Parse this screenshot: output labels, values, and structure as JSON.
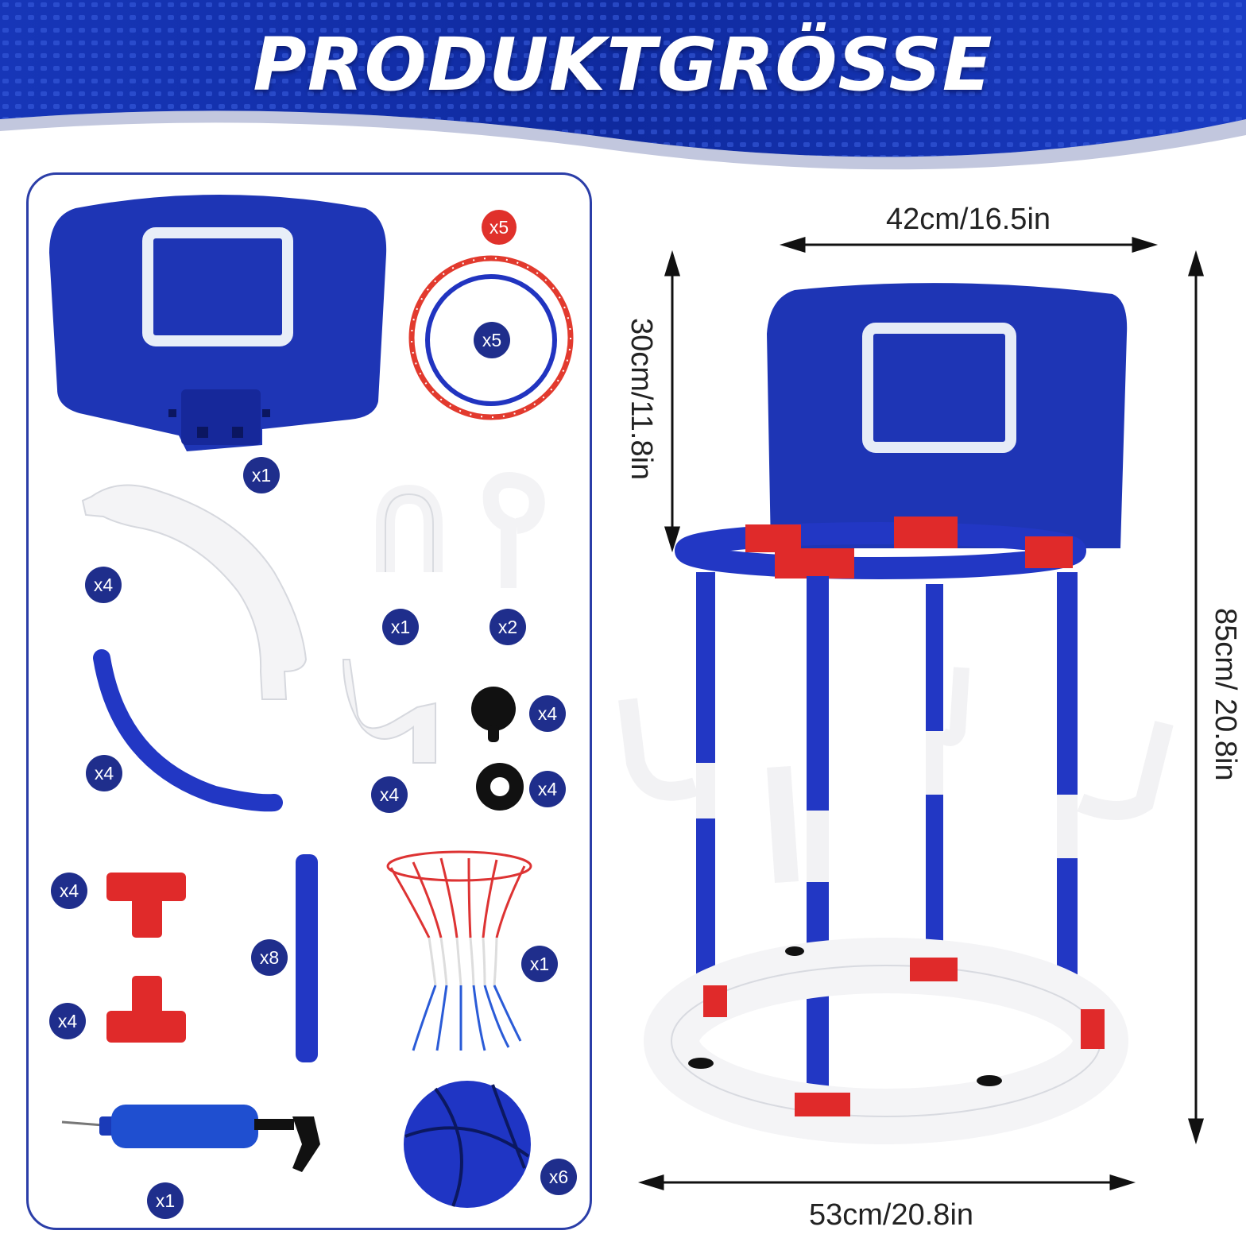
{
  "header": {
    "title": "PRODUKTGRÖSSE"
  },
  "colors": {
    "banner_blue": "#0f2a9e",
    "panel_border": "#2b3ea8",
    "badge_blue": "#1f2e8c",
    "badge_red": "#e0312b",
    "part_blue": "#1d2fb0",
    "part_red": "#e02a2a"
  },
  "parts": [
    {
      "name": "backboard",
      "qty": "x1"
    },
    {
      "name": "ring-red",
      "qty": "x5"
    },
    {
      "name": "ring-blue",
      "qty": "x5"
    },
    {
      "name": "curved-white-base",
      "qty": "x4"
    },
    {
      "name": "u-hook",
      "qty": "x1"
    },
    {
      "name": "j-hook",
      "qty": "x2"
    },
    {
      "name": "curved-blue-tube",
      "qty": "x4"
    },
    {
      "name": "side-hook",
      "qty": "x4"
    },
    {
      "name": "rubber-plug",
      "qty": "x4"
    },
    {
      "name": "rubber-ring",
      "qty": "x4"
    },
    {
      "name": "t-connector-a",
      "qty": "x4"
    },
    {
      "name": "t-connector-b",
      "qty": "x4"
    },
    {
      "name": "straight-tube",
      "qty": "x8"
    },
    {
      "name": "net",
      "qty": "x1"
    },
    {
      "name": "pump",
      "qty": "x1"
    },
    {
      "name": "ball",
      "qty": "x6"
    }
  ],
  "dimensions": {
    "width_top": "42cm/16.5in",
    "backboard_height": "30cm/11.8in",
    "total_height": "85cm/ 20.8in",
    "base_width": "53cm/20.8in"
  }
}
